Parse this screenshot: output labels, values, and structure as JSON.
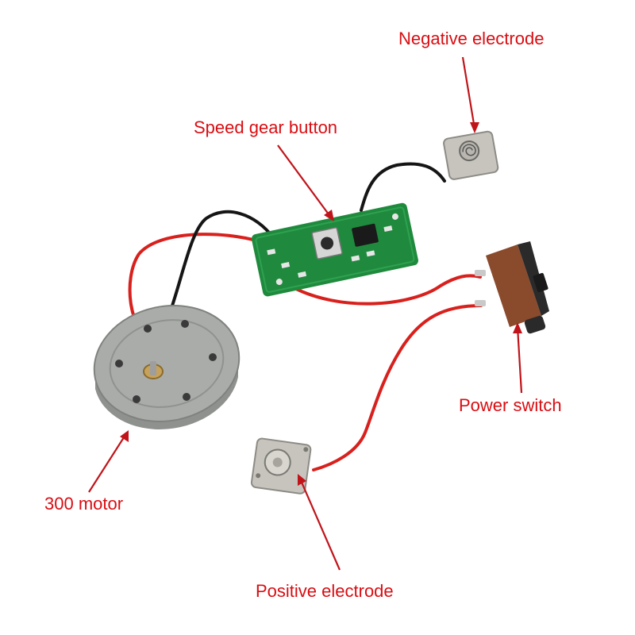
{
  "labels": {
    "negative_electrode": "Negative electrode",
    "speed_gear_button": "Speed gear button",
    "power_switch": "Power switch",
    "motor": "300 motor",
    "positive_electrode": "Positive electrode"
  },
  "colors": {
    "label_text": "#d90d12",
    "pointer_line": "#c0141a",
    "pcb": "#1f8a3d",
    "red_wire": "#d8201d",
    "black_wire": "#151515",
    "motor_body": "#a9aca8",
    "electrode_metal": "#c6c4bd",
    "switch_body": "#8a4a2c"
  },
  "icons": {
    "motor": "dc-motor-icon",
    "circuit_board": "circuit-board-icon",
    "switch": "slide-switch-icon",
    "electrode": "battery-contact-icon"
  }
}
